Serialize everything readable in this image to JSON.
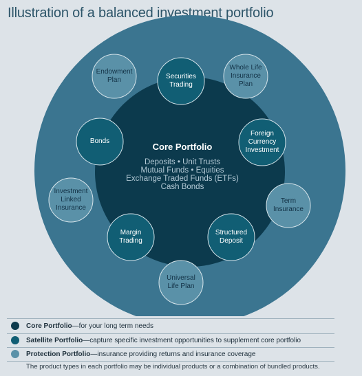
{
  "title": "Illustration of a balanced investment portfolio",
  "colors": {
    "core": "#0c3a4d",
    "satellite": "#115e74",
    "protection": "#5a91a8",
    "outer": "#3b7590",
    "background": "#dde3e8"
  },
  "core": {
    "title": "Core Portfolio",
    "items": [
      "Deposits • Unit Trusts",
      "Mutual Funds • Equities",
      "Exchange Traded Funds (ETFs)",
      "Cash Bonds"
    ]
  },
  "satellite_nodes": [
    {
      "id": "securities-trading",
      "label": "Securities\nTrading"
    },
    {
      "id": "foreign-currency-investment",
      "label": "Foreign\nCurrency\nInvestment"
    },
    {
      "id": "structured-deposit",
      "label": "Structured\nDeposit"
    },
    {
      "id": "margin-trading",
      "label": "Margin\nTrading"
    },
    {
      "id": "bonds",
      "label": "Bonds"
    }
  ],
  "protection_nodes": [
    {
      "id": "endowment-plan",
      "label": "Endowment\nPlan"
    },
    {
      "id": "whole-life-insurance-plan",
      "label": "Whole Life\nInsurance\nPlan"
    },
    {
      "id": "term-insurance",
      "label": "Term\nInsurance"
    },
    {
      "id": "universal-life-plan",
      "label": "Universal\nLife Plan"
    },
    {
      "id": "investment-linked-insurance",
      "label": "Investment\nLinked\nInsurance"
    }
  ],
  "legend": [
    {
      "name": "Core Portfolio",
      "desc": "—for your long term needs",
      "color": "#0c3a4d"
    },
    {
      "name": "Satellite Portfolio",
      "desc": "—capture specific investment opportunities to supplement core portfolio",
      "color": "#115e74"
    },
    {
      "name": "Protection Portfolio",
      "desc": "—insurance providing returns and insurance coverage",
      "color": "#5a91a8"
    }
  ],
  "footnote": "The product types in each portfolio may be individual products or a combination of bundled products."
}
